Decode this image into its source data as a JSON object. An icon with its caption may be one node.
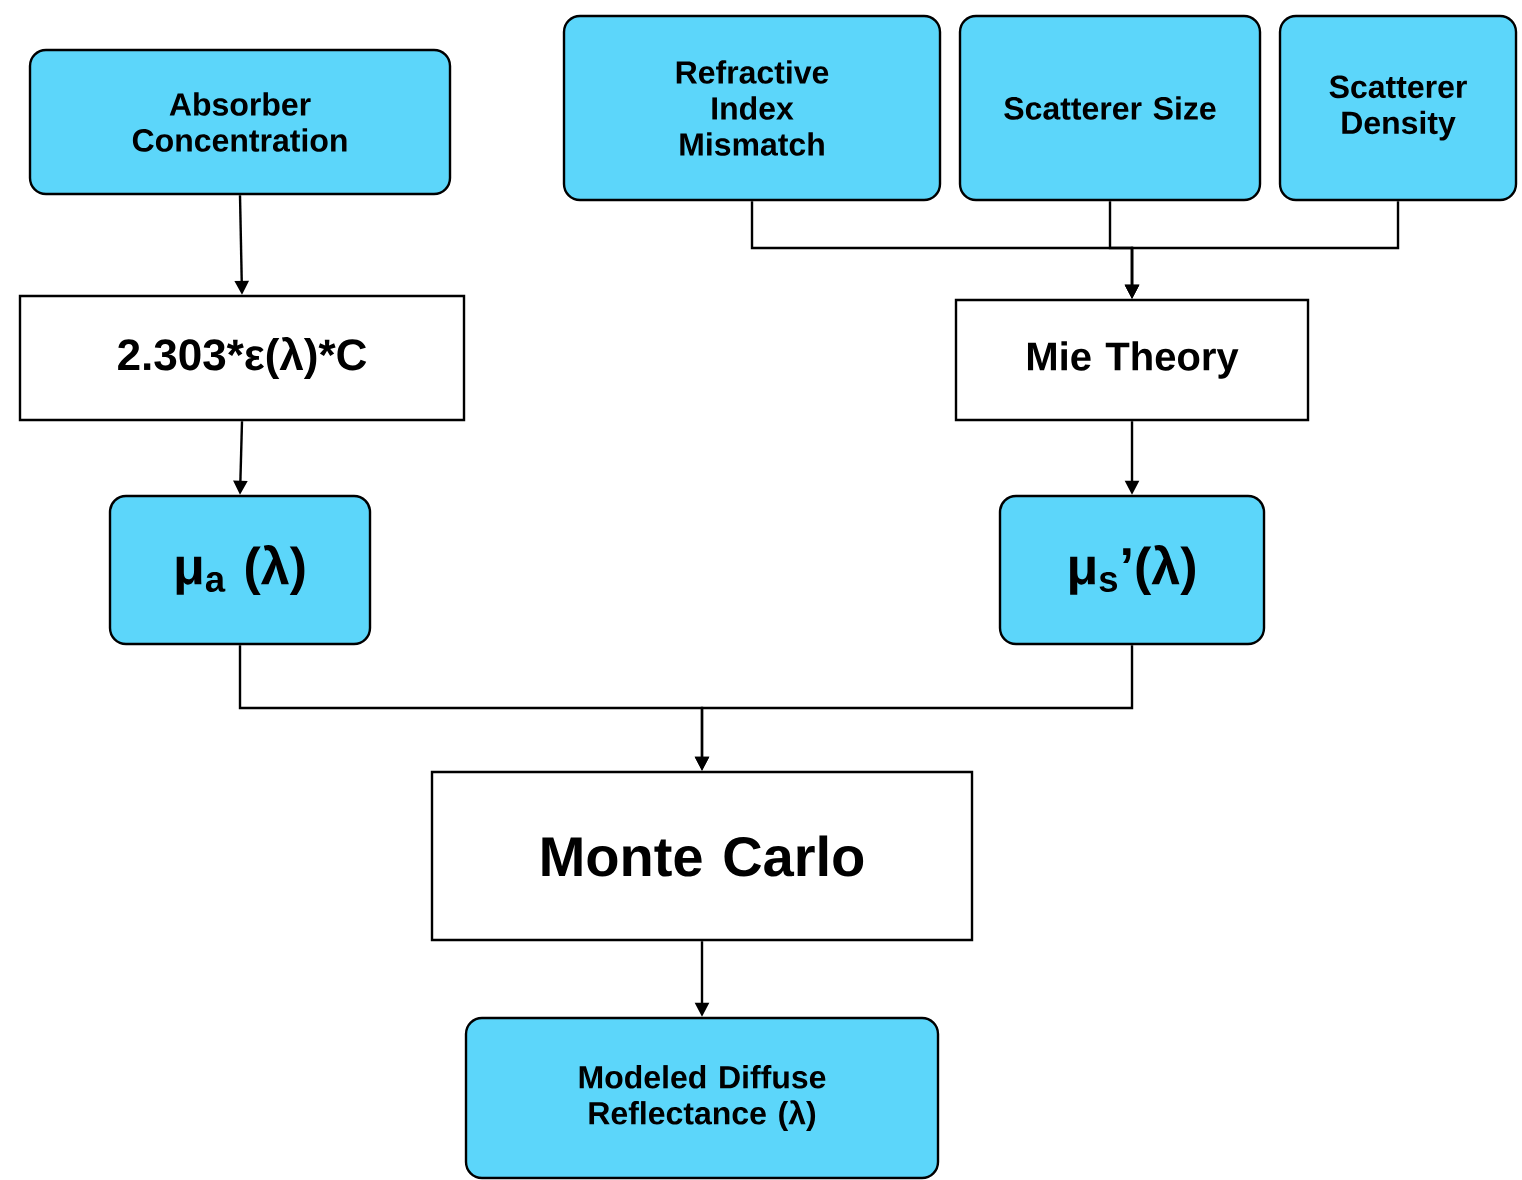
{
  "diagram": {
    "nodes": [
      {
        "text": [
          "Absorber Concentration"
        ]
      },
      {
        "text": [
          "Refractive Index Mismatch"
        ]
      },
      {
        "text": [
          "Scatterer Size"
        ]
      },
      {
        "text": [
          "Scatterer Density"
        ]
      },
      {
        "text": [
          "2.303*ε(λ)*C"
        ]
      },
      {
        "text": [
          "Mie Theory"
        ]
      },
      {
        "text": [
          "μ$_{a}$ (λ)"
        ]
      },
      {
        "text": [
          "μ$_{s}$’(λ)"
        ]
      },
      {
        "text": [
          "Monte Carlo"
        ]
      },
      {
        "text": [
          "Modeled Diffuse Reflectance (λ)"
        ]
      }
    ],
    "edges": [
      {
        "from": 0,
        "to": 4,
        "arrow": "to"
      },
      {
        "from": 1,
        "to": 5,
        "arrow": "to"
      },
      {
        "from": 2,
        "to": 5,
        "arrow": "to"
      },
      {
        "from": 3,
        "to": 5,
        "arrow": "to"
      },
      {
        "from": 4,
        "to": 6,
        "arrow": "to"
      },
      {
        "from": 5,
        "to": 7,
        "arrow": "to"
      },
      {
        "from": 6,
        "to": 8,
        "arrow": "to"
      },
      {
        "from": 7,
        "to": 8,
        "arrow": "to"
      },
      {
        "from": 8,
        "to": 9,
        "arrow": "to"
      }
    ]
  }
}
